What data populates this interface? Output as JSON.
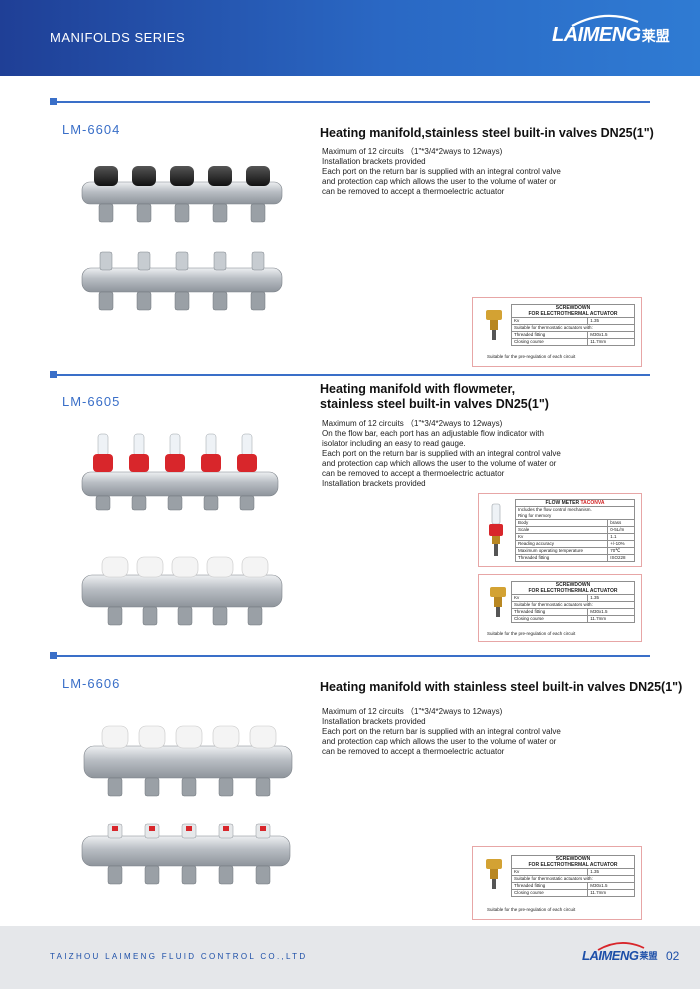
{
  "header": {
    "series_title": "MANIFOLDS SERIES"
  },
  "logo": {
    "brand": "LAIMENG",
    "brand_cn": "莱盟"
  },
  "sections": [
    {
      "model": "LM-6604",
      "title_lines": [
        "Heating manifold,stainless steel built-in valves DN25(1\")"
      ],
      "description": [
        "Maximum of 12 circuits （1\"*3/4*2ways to 12ways)",
        "Installation brackets provided",
        "Each port on the return bar is supplied with an integral control valve",
        "and protection cap which allows the user to the volume of water or",
        "can be removed to accept a thermoelectric actuator"
      ]
    },
    {
      "model": "LM-6605",
      "title_lines": [
        "Heating manifold with flowmeter,",
        "stainless steel built-in valves DN25(1\")"
      ],
      "description": [
        "Maximum of 12 circuits （1\"*3/4*2ways to 12ways)",
        "On the flow bar, each port has an adjustable flow indicator with",
        "isolator including an easy to read gauge.",
        "Each port on the return bar is supplied with an integral control valve",
        "and protection cap which allows the user to the volume of water or",
        "can be removed to accept a thermoelectric actuator",
        "Installation brackets provided"
      ]
    },
    {
      "model": "LM-6606",
      "title_lines": [
        "Heating manifold with stainless steel built-in valves DN25(1\")"
      ],
      "description": [
        "Maximum of 12 circuits （1\"*3/4*2ways to 12ways)",
        "Installation brackets provided",
        "Each port on the return bar is supplied with an integral control valve",
        "and protection cap which allows the user to the volume of water or",
        "can be removed to accept a thermoelectric actuator"
      ]
    }
  ],
  "screwdown_spec": {
    "head_line1": "SCREWDOWN",
    "head_line2": "FOR ELECTROTHERMAL ACTUATOR",
    "rows": [
      [
        "Kv",
        "1.35"
      ],
      [
        "Suitable for thermostatic actuators with:",
        ""
      ],
      [
        "Threaded fitting",
        "M30x1.5"
      ],
      [
        "Closing course",
        "11.7mm"
      ]
    ],
    "note": "Suitable for the pre-regulation of each circuit"
  },
  "flowmeter_spec": {
    "head_prefix": "FLOW METER",
    "head_brand": "TACONVA",
    "intro_line1": "Includes the flow control mechanism.",
    "intro_line2": "Ring for memory",
    "rows": [
      [
        "Body",
        "brass"
      ],
      [
        "Scale",
        "0-5L/m"
      ],
      [
        "Kv",
        "1.1"
      ],
      [
        "Reading accuracy",
        "+/-10%"
      ],
      [
        "Maximum operating temperature",
        "70℃"
      ],
      [
        "Threaded fitting",
        "ISO228"
      ]
    ]
  },
  "footer": {
    "company": "TAIZHOU LAIMENG FLUID CONTROL CO.,LTD",
    "page_number": "02"
  },
  "colors": {
    "header_blue": "#2a68c4",
    "accent_blue": "#3a6fc8",
    "spec_border": "#e7a6a6",
    "flowmeter_red": "#d8262b"
  }
}
